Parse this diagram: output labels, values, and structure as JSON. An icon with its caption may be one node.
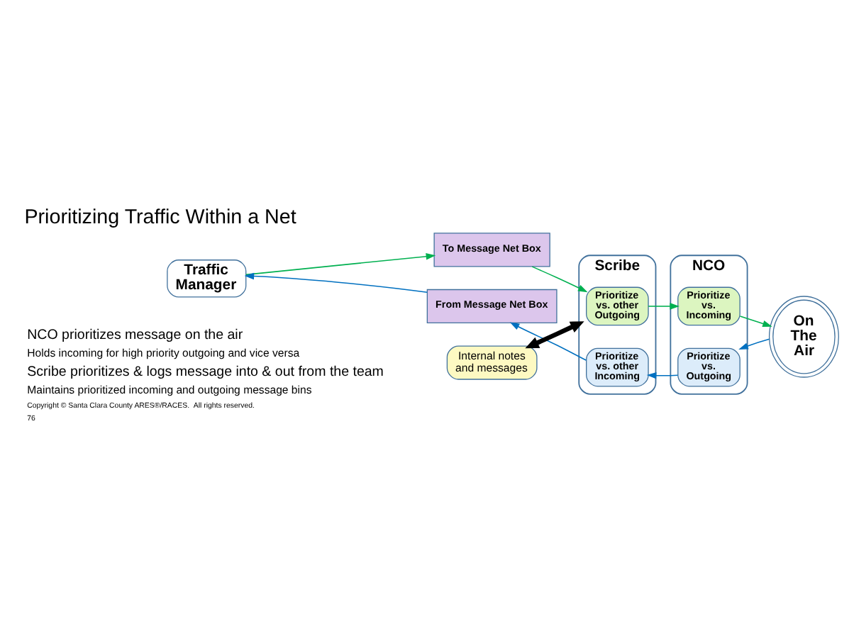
{
  "diagram": {
    "title": "Prioritizing Traffic Within a Net",
    "nodes": [
      {
        "text": [
          "Traffic Manager"
        ]
      },
      {
        "text": [
          "To Message Net Box"
        ]
      },
      {
        "text": [
          "From Message Net Box"
        ]
      },
      {
        "text": [
          "Scribe"
        ]
      },
      {
        "text": [
          "Prioritize vs. other Outgoing"
        ],
        "in": 3
      },
      {
        "text": [
          "Prioritize vs. other Incoming"
        ],
        "in": 3
      },
      {
        "text": [
          "NCO"
        ]
      },
      {
        "text": [
          "Prioritize vs. Incoming"
        ],
        "in": 6
      },
      {
        "text": [
          "Prioritize vs. Outgoing"
        ],
        "in": 6
      },
      {
        "text": [
          "On The Air"
        ]
      },
      {
        "text": [
          "Internal notes and messages"
        ]
      }
    ],
    "edges": [
      {
        "from": 0,
        "to": 1,
        "arrow": "to",
        "color": "#00b050"
      },
      {
        "from": 1,
        "to": 4,
        "arrow": "to",
        "color": "#00b050"
      },
      {
        "from": 4,
        "to": 7,
        "arrow": "to",
        "color": "#00b050"
      },
      {
        "from": 7,
        "to": 9,
        "arrow": "to",
        "color": "#00b050"
      },
      {
        "from": 9,
        "to": 8,
        "arrow": "to",
        "color": "#0070c0"
      },
      {
        "from": 8,
        "to": 5,
        "arrow": "to",
        "color": "#0070c0"
      },
      {
        "from": 5,
        "to": 2,
        "arrow": "to",
        "color": "#0070c0"
      },
      {
        "from": 2,
        "to": 0,
        "arrow": "to",
        "color": "#0070c0"
      },
      {
        "from": 10,
        "to": 3,
        "arrow": "both",
        "style": "thick",
        "color": "#000000"
      }
    ],
    "labels": [
      "NCO prioritizes message on the air",
      "Holds incoming for high priority outgoing and vice versa",
      "Scribe prioritizes & logs message into & out from the team",
      "Maintains prioritized incoming and outgoing message bins",
      "Copyright © Santa Clara County ARES®/RACES.  All rights reserved.",
      "76"
    ]
  }
}
